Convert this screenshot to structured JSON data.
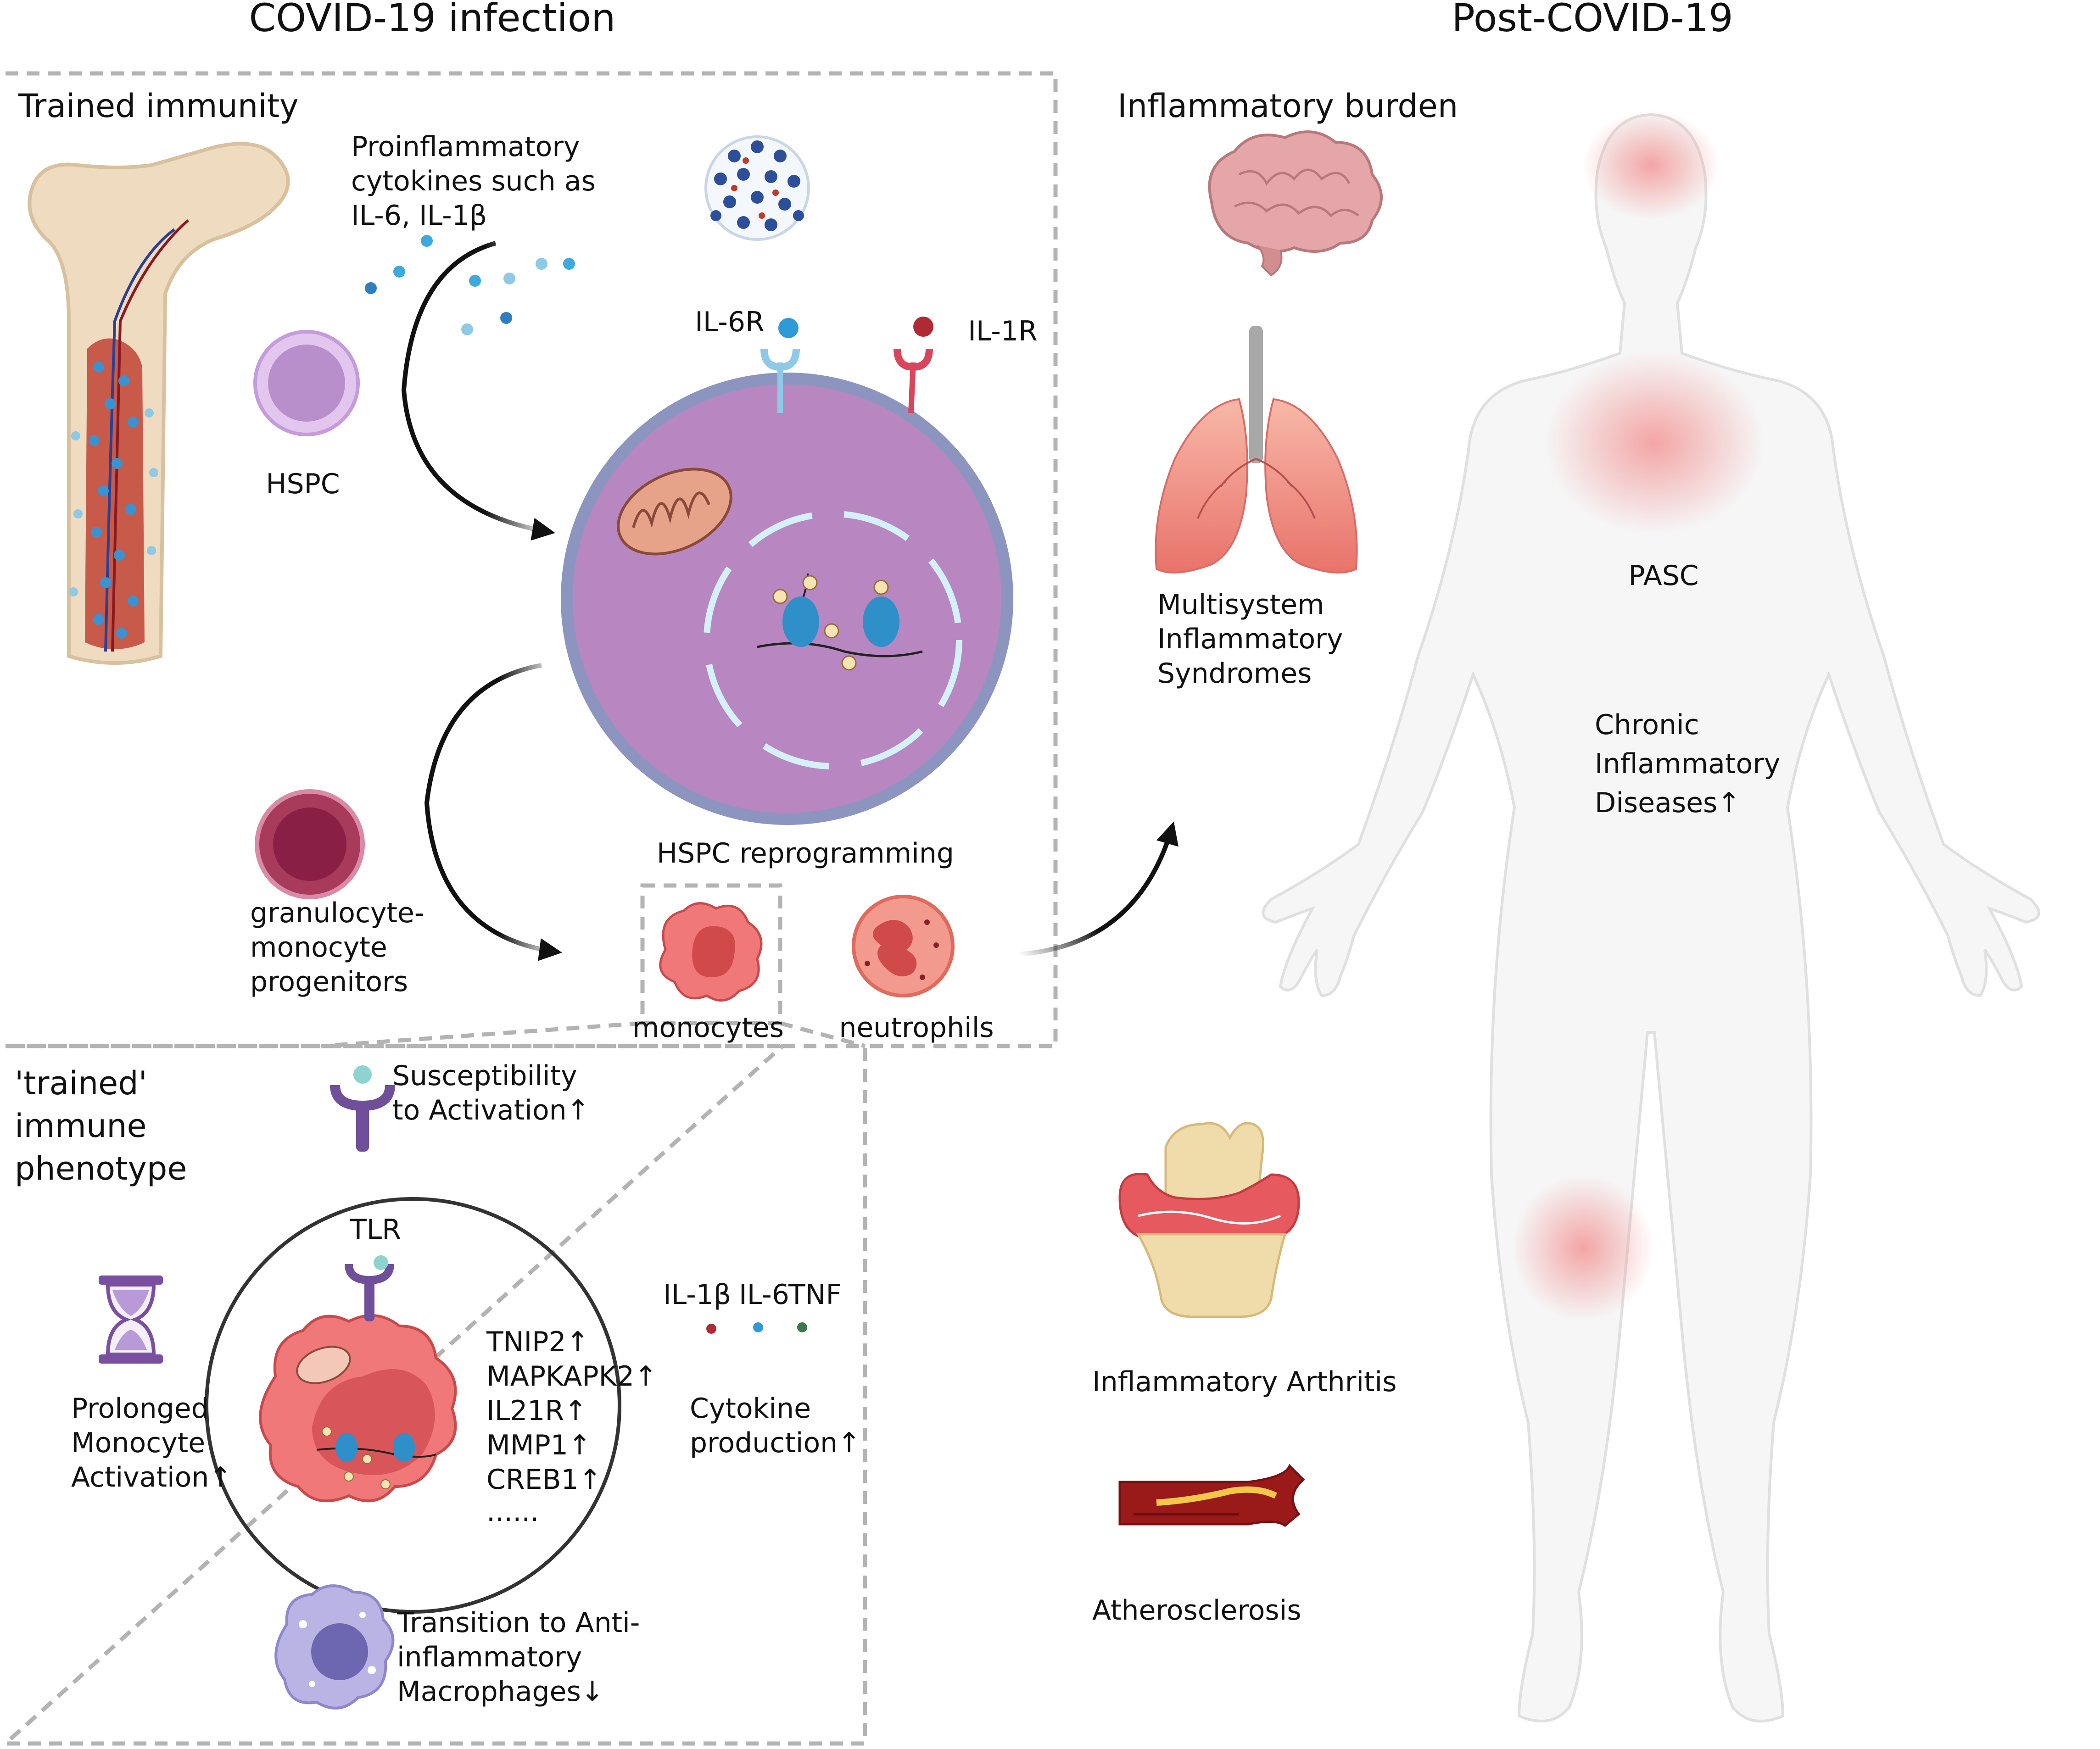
{
  "headings": {
    "covid_infection": "COVID-19 infection",
    "post_covid": "Post-COVID-19"
  },
  "trained_immunity": {
    "title": "Trained immunity",
    "cytokine_lines": [
      "Proinflammatory",
      "cytokines such as",
      "IL-6, IL-1β"
    ],
    "hspc": "HSPC",
    "il6r": "IL-6R",
    "il1r": "IL-1R",
    "gmp_lines": [
      "granulocyte-",
      "monocyte",
      "progenitors"
    ],
    "reprogramming": "HSPC reprogramming",
    "monocytes": "monocytes",
    "neutrophils": "neutrophils"
  },
  "phenotype": {
    "title_lines": [
      "'trained'",
      "immune",
      "phenotype"
    ],
    "susceptibility_lines": [
      "Susceptibility",
      "to Activation↑"
    ],
    "tlr": "TLR",
    "prolonged_lines": [
      "Prolonged",
      "Monocyte",
      "Activation↑"
    ],
    "genes": [
      "TNIP2↑",
      "MAPKAPK2↑",
      "IL21R↑",
      "MMP1↑",
      "CREB1↑",
      "......"
    ],
    "cytokines": [
      "IL-1β",
      "IL-6",
      "TNF"
    ],
    "cytokine_production_lines": [
      "Cytokine",
      "production↑"
    ],
    "transition_lines": [
      "Transition to Anti-",
      "inflammatory",
      "Macrophages↓"
    ]
  },
  "post_covid": {
    "burden_title": "Inflammatory burden",
    "misc_lines": [
      "Multisystem",
      "Inflammatory",
      "Syndromes"
    ],
    "pasc": "PASC",
    "chronic_lines": [
      "Chronic",
      "Inflammatory",
      "Diseases↑"
    ],
    "arthritis": "Inflammatory Arthritis",
    "atherosclerosis": "Atherosclerosis"
  },
  "icons": {
    "femur": "bone-marrow-femur-icon",
    "virus": "sars-cov-2-virus-icon",
    "brain": "brain-icon",
    "lungs": "lungs-icon",
    "knee": "knee-joint-icon",
    "artery": "artery-plaque-icon",
    "hourglass": "hourglass-icon",
    "body": "human-body-icon"
  },
  "colors": {
    "cell_purple": "#b886c0",
    "monocyte_red": "#f07878",
    "gmp_red": "#a83a5c",
    "il6_blue": "#2f9ad8",
    "il1_red": "#b02a36",
    "tnf_green": "#3a7a4a",
    "receptor_purple": "#6f4f9a",
    "inflamed_glow": "#f4a0a0"
  }
}
